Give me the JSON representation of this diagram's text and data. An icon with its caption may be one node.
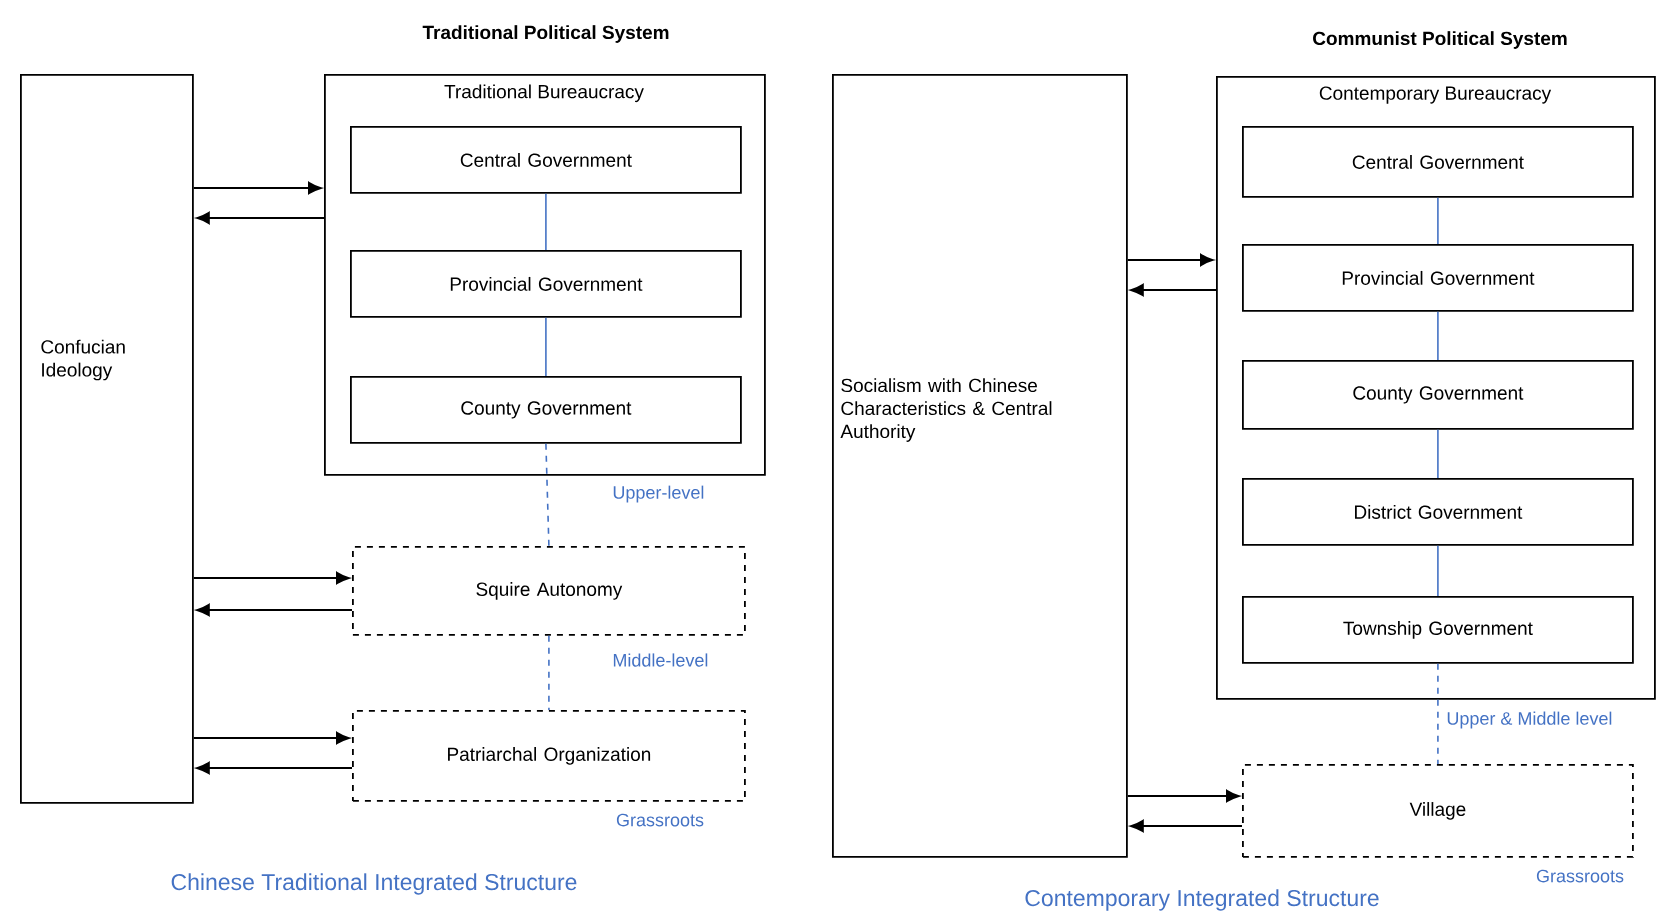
{
  "diagram": {
    "nodes": [
      {
        "text": [
          "Confucian Ideology"
        ]
      },
      {
        "text": [
          "Traditional Bureaucracy"
        ]
      },
      {
        "text": [
          "Central Government"
        ],
        "in": 1
      },
      {
        "text": [
          "Provincial Government"
        ],
        "in": 1
      },
      {
        "text": [
          "County Government"
        ],
        "in": 1
      },
      {
        "text": [
          "Squire Autonomy"
        ]
      },
      {
        "text": [
          "Patriarchal Organization"
        ],
        "beside": [
          "Grassroots"
        ]
      },
      {
        "text": [
          "Socialism with Chinese Characteristics & Central Authority"
        ]
      },
      {
        "text": [
          "Contemporary Bureaucracy"
        ]
      },
      {
        "text": [
          "Central Government"
        ],
        "in": 8
      },
      {
        "text": [
          "Provincial Government"
        ],
        "in": 8
      },
      {
        "text": [
          "County Government"
        ],
        "in": 8
      },
      {
        "text": [
          "District Government"
        ],
        "in": 8
      },
      {
        "text": [
          "Township Government"
        ],
        "in": 8
      },
      {
        "text": [
          "Village"
        ],
        "beside": [
          "Grassroots"
        ]
      }
    ],
    "edges": [
      {
        "from": 0,
        "to": 1,
        "arrow": "to"
      },
      {
        "from": 1,
        "to": 0,
        "arrow": "to"
      },
      {
        "from": 0,
        "to": 5,
        "arrow": "to"
      },
      {
        "from": 5,
        "to": 0,
        "arrow": "to"
      },
      {
        "from": 0,
        "to": 6,
        "arrow": "to"
      },
      {
        "from": 6,
        "to": 0,
        "arrow": "to"
      },
      {
        "from": 2,
        "to": 3,
        "arrow": "none",
        "color": "#4472c4"
      },
      {
        "from": 3,
        "to": 4,
        "arrow": "none",
        "color": "#4472c4"
      },
      {
        "from": 4,
        "to": 5,
        "arrow": "none",
        "label": "Upper-level",
        "style": "dashed",
        "color": "#4472c4"
      },
      {
        "from": 5,
        "to": 6,
        "arrow": "none",
        "label": "Middle-level",
        "style": "dashed",
        "color": "#4472c4"
      },
      {
        "from": 7,
        "to": 8,
        "arrow": "to"
      },
      {
        "from": 8,
        "to": 7,
        "arrow": "to"
      },
      {
        "from": 7,
        "to": 14,
        "arrow": "to"
      },
      {
        "from": 14,
        "to": 7,
        "arrow": "to"
      },
      {
        "from": 9,
        "to": 10,
        "arrow": "none",
        "color": "#4472c4"
      },
      {
        "from": 10,
        "to": 11,
        "arrow": "none",
        "color": "#4472c4"
      },
      {
        "from": 11,
        "to": 12,
        "arrow": "none",
        "color": "#4472c4"
      },
      {
        "from": 12,
        "to": 13,
        "arrow": "none",
        "color": "#4472c4"
      },
      {
        "from": 13,
        "to": 14,
        "arrow": "none",
        "label": "Upper & Middle level",
        "style": "dashed",
        "color": "#4472c4"
      }
    ],
    "labels": [
      "Traditional Political System",
      "Communist Political System",
      "Chinese Traditional Integrated Structure",
      "Contemporary Integrated Structure"
    ]
  }
}
